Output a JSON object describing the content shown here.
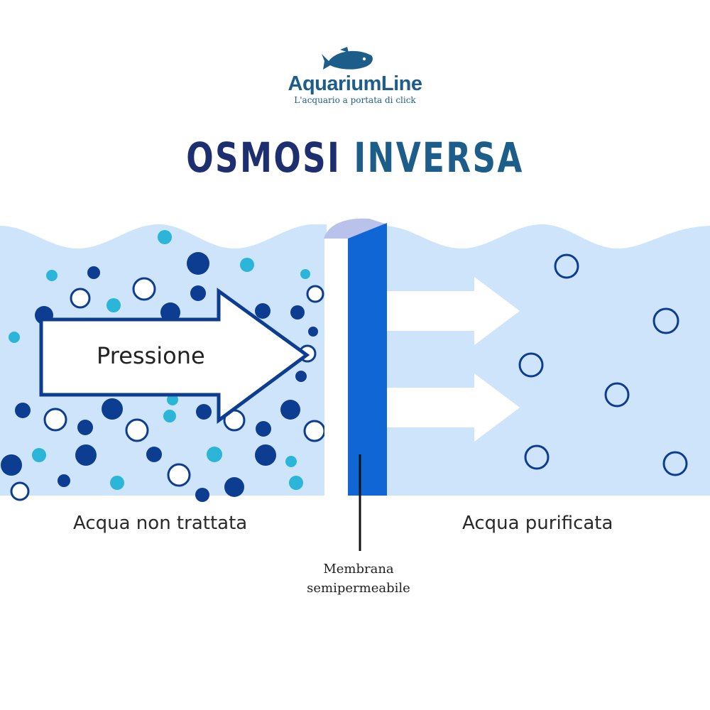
{
  "logo": {
    "brand": "AquariumLine",
    "tagline": "L'acquario a portata di click",
    "icon": "fish-icon"
  },
  "title": {
    "word1": "OSMOSI",
    "word2": "INVERSA"
  },
  "diagram": {
    "pressure_label": "Pressione",
    "left_label": "Acqua non trattata",
    "right_label": "Acqua purificata",
    "membrane_label_line1": "Membrana",
    "membrane_label_line2": "semipermeabile"
  },
  "colors": {
    "water": "#cde4fb",
    "navy": "#0d3d91",
    "cyan": "#2bb5d8",
    "membrane_blue": "#1166d6",
    "title_navy": "#1e2f6f",
    "title_teal": "#1d5d8a"
  }
}
